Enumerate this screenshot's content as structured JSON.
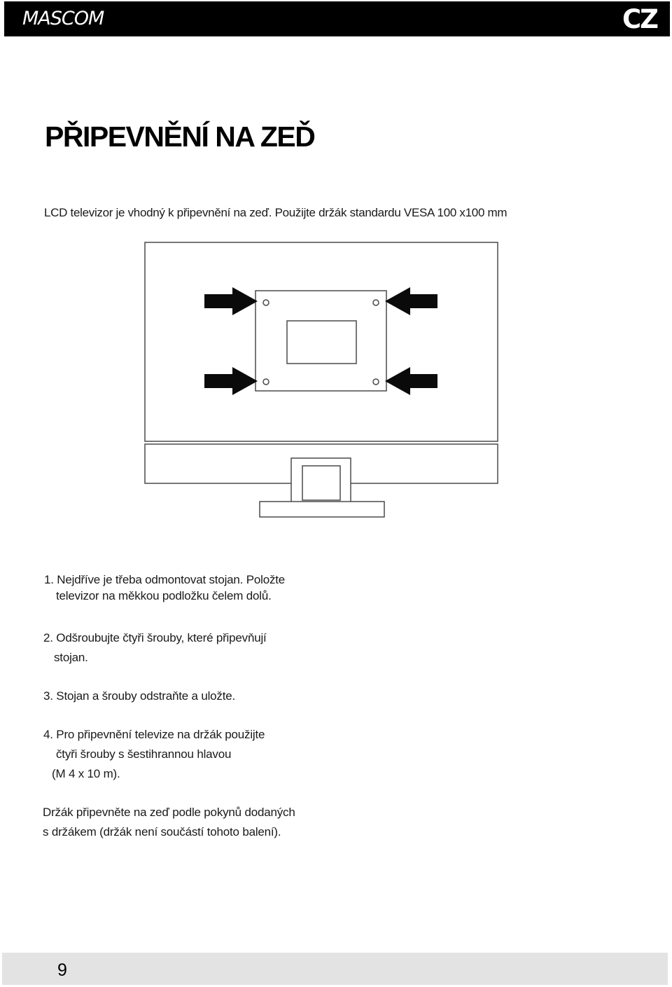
{
  "header": {
    "brand": "MASCOM",
    "language": "CZ"
  },
  "title": "PŘIPEVNĚNÍ NA ZEĎ",
  "intro": "LCD televizor je vhodný k připevnění na zeď. Použijte držák standardu VESA 100 x100 mm",
  "steps": {
    "s1_line1": "1. Nejdříve je třeba odmontovat stojan. Položte",
    "s1_line2": "televizor na měkkou podložku čelem dolů.",
    "s2_line1": "2. Odšroubujte čtyři šrouby, které připevňují",
    "s2_line2": "stojan.",
    "s3_line1": "3. Stojan a šrouby odstraňte a uložte.",
    "s4_line1": "4. Pro připevnění televize na držák použijte",
    "s4_line2": "čtyři šrouby s šestihrannou hlavou",
    "s4_line3": "(M 4 x 10 m)."
  },
  "note": {
    "line1": "Držák připevněte na zeď podle pokynů dodaných",
    "line2": "s držákem (držák není součástí tohoto balení)."
  },
  "page_number": "9"
}
